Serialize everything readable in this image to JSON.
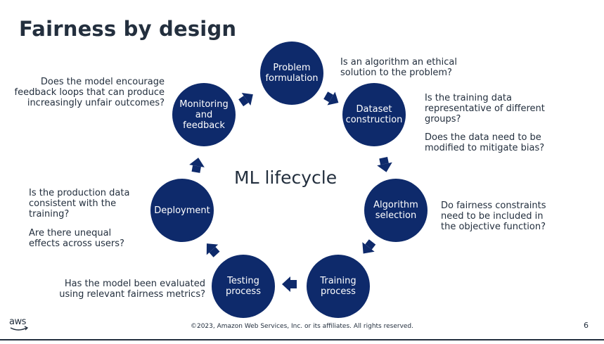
{
  "title": "Fairness by design",
  "center_label": "ML lifecycle",
  "stages": [
    {
      "id": "problem",
      "label": "Problem\nformulation"
    },
    {
      "id": "dataset",
      "label": "Dataset\nconstruction"
    },
    {
      "id": "algorithm",
      "label": "Algorithm\nselection"
    },
    {
      "id": "training",
      "label": "Training\nprocess"
    },
    {
      "id": "testing",
      "label": "Testing\nprocess"
    },
    {
      "id": "deployment",
      "label": "Deployment"
    },
    {
      "id": "monitoring",
      "label": "Monitoring\nand\nfeedback"
    }
  ],
  "questions": {
    "problem": "Is an algorithm an ethical\nsolution to the problem?",
    "dataset_1": "Is the training data\nrepresentative of different\ngroups?",
    "dataset_2": "Does the data need to be\nmodified to mitigate bias?",
    "algorithm": "Do fairness constraints\nneed to be included in\nthe objective function?",
    "testing": "Has the model been evaluated\nusing relevant fairness metrics?",
    "deployment_1": "Is the production data\nconsistent with the\ntraining?",
    "deployment_2": "Are there unequal\neffects across users?",
    "monitoring": "Does the model encourage\nfeedback loops that can produce\nincreasingly unfair outcomes?"
  },
  "colors": {
    "circle": "#0e2a6b",
    "arrow": "#0e2a6b",
    "text": "#232f3e"
  },
  "footer": {
    "logo": "aws",
    "copyright": "©2023, Amazon Web Services, Inc. or its affiliates. All rights reserved.",
    "page_number": "6"
  }
}
